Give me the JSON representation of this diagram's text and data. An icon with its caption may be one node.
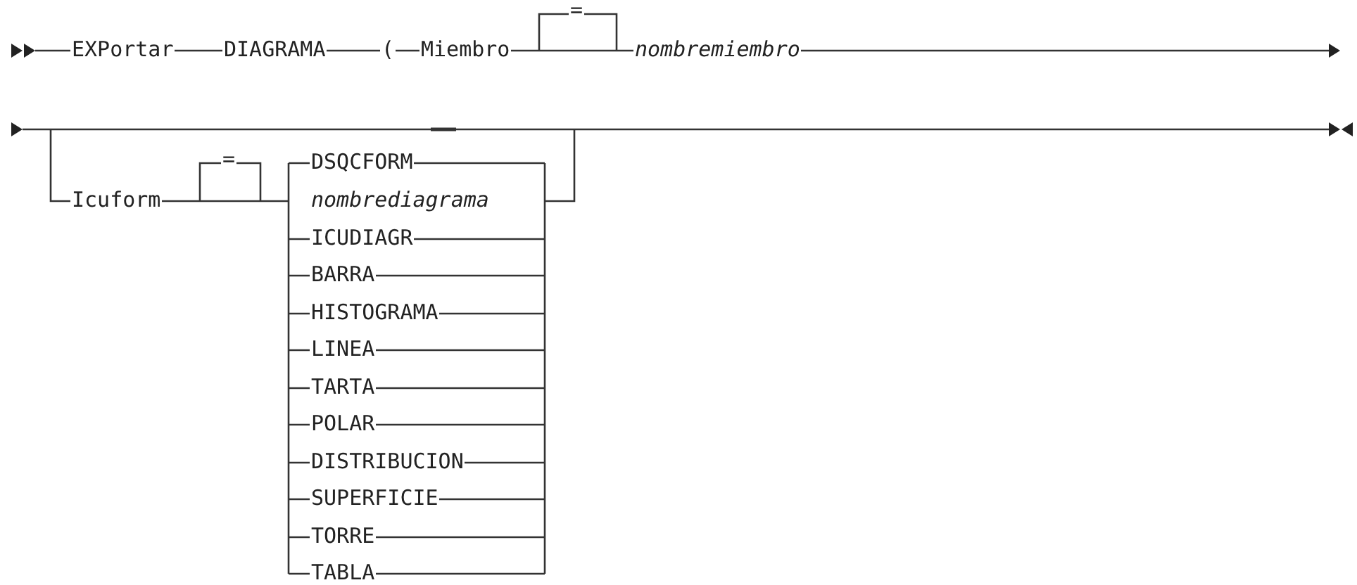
{
  "diagram": {
    "labels": [
      "EXPortar",
      "DIAGRAMA",
      "(",
      "Miembro",
      "=",
      "nombremiembro",
      "Icuform",
      "=",
      "DSQCFORM",
      "nombrediagrama",
      "ICUDIAGR",
      "BARRA",
      "HISTOGRAMA",
      "LINEA",
      "TARTA",
      "POLAR",
      "DISTRIBUCION",
      "SUPERFICIE",
      "TORRE",
      "TABLA"
    ]
  }
}
